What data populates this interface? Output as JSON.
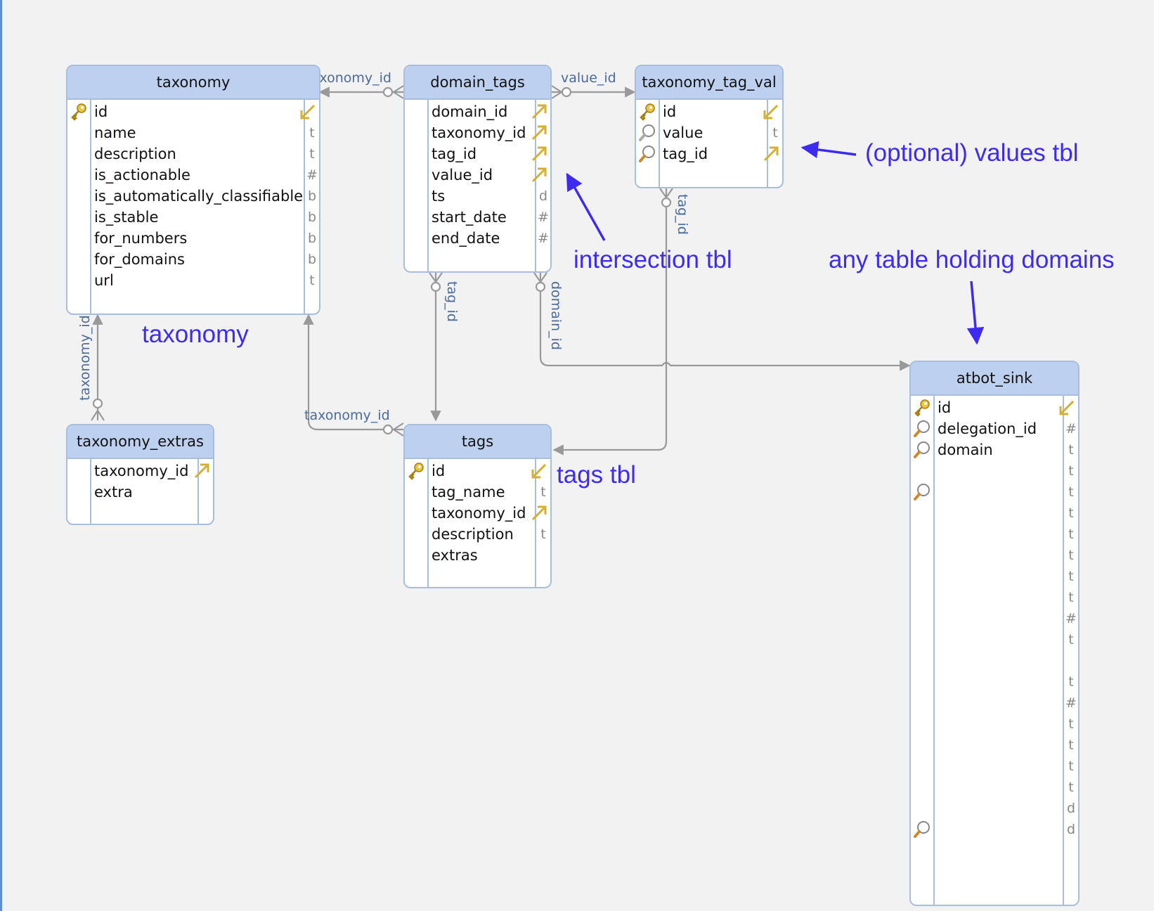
{
  "tables": {
    "taxonomy": {
      "title": "taxonomy",
      "columns": [
        {
          "name": "id",
          "type": ""
        },
        {
          "name": "name",
          "type": "t"
        },
        {
          "name": "description",
          "type": "t"
        },
        {
          "name": "is_actionable",
          "type": "#"
        },
        {
          "name": "is_automatically_classifiable",
          "type": "b"
        },
        {
          "name": "is_stable",
          "type": "b"
        },
        {
          "name": "for_numbers",
          "type": "b"
        },
        {
          "name": "for_domains",
          "type": "b"
        },
        {
          "name": "url",
          "type": "t"
        }
      ]
    },
    "domain_tags": {
      "title": "domain_tags",
      "columns": [
        {
          "name": "domain_id",
          "type": ""
        },
        {
          "name": "taxonomy_id",
          "type": ""
        },
        {
          "name": "tag_id",
          "type": ""
        },
        {
          "name": "value_id",
          "type": ""
        },
        {
          "name": "ts",
          "type": "d"
        },
        {
          "name": "start_date",
          "type": "#"
        },
        {
          "name": "end_date",
          "type": "#"
        }
      ]
    },
    "taxonomy_tag_val": {
      "title": "taxonomy_tag_val",
      "columns": [
        {
          "name": "id",
          "type": ""
        },
        {
          "name": "value",
          "type": "t"
        },
        {
          "name": "tag_id",
          "type": ""
        }
      ]
    },
    "taxonomy_extras": {
      "title": "taxonomy_extras",
      "columns": [
        {
          "name": "taxonomy_id",
          "type": ""
        },
        {
          "name": "extra",
          "type": ""
        }
      ]
    },
    "tags": {
      "title": "tags",
      "columns": [
        {
          "name": "id",
          "type": ""
        },
        {
          "name": "tag_name",
          "type": "t"
        },
        {
          "name": "taxonomy_id",
          "type": ""
        },
        {
          "name": "description",
          "type": "t"
        },
        {
          "name": "extras",
          "type": ""
        }
      ]
    },
    "atbot_sink": {
      "title": "atbot_sink",
      "columns": [
        {
          "name": "id",
          "type": ""
        },
        {
          "name": "delegation_id",
          "type": "#"
        },
        {
          "name": "domain",
          "type": "t"
        }
      ],
      "extra_types": [
        "t",
        "t",
        "t",
        "t",
        "t",
        "t",
        "t",
        "#",
        "t",
        "t",
        "#",
        "t",
        "t",
        "t",
        "t",
        "d",
        "d"
      ]
    }
  },
  "relations": {
    "taxonomy_id_top": "taxonomy_id",
    "value_id": "value_id",
    "tag_id_val": "tag_id",
    "tag_id_tags": "tag_id",
    "domain_id": "domain_id",
    "taxonomy_id_extras": "taxonomy_id",
    "taxonomy_id_tags": "taxonomy_id"
  },
  "annotations": {
    "taxonomy": "taxonomy",
    "intersection": "intersection tbl",
    "values": "(optional) values tbl",
    "domains": "any table holding domains",
    "tags": "tags tbl"
  },
  "colors": {
    "annotation": "#3d2cf0",
    "header": "#bed0f0",
    "border": "#a9bddd",
    "connector": "#999999"
  }
}
